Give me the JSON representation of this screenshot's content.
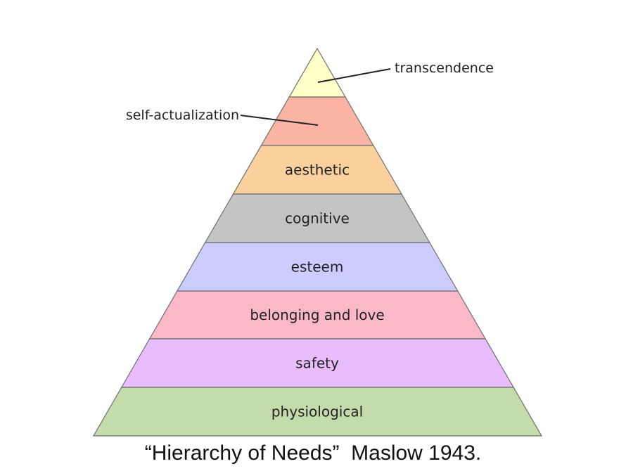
{
  "diagram": {
    "tiers": [
      {
        "label": "transcendence",
        "color": "#ffffc8",
        "label_mode": "callout"
      },
      {
        "label": "self-actualization",
        "color": "#fbb3a4",
        "label_mode": "callout"
      },
      {
        "label": "aesthetic",
        "color": "#fbd29e",
        "label_mode": "inside"
      },
      {
        "label": "cognitive",
        "color": "#c4c4c4",
        "label_mode": "inside"
      },
      {
        "label": "esteem",
        "color": "#ccccff",
        "label_mode": "inside"
      },
      {
        "label": "belonging and love",
        "color": "#fbb8c7",
        "label_mode": "inside"
      },
      {
        "label": "safety",
        "color": "#e9bdfd",
        "label_mode": "inside"
      },
      {
        "label": "physiological",
        "color": "#c4dcab",
        "label_mode": "inside"
      }
    ],
    "outline_color": "#6e6e6e"
  },
  "caption": "“Hierarchy of Needs”  Maslow 1943."
}
